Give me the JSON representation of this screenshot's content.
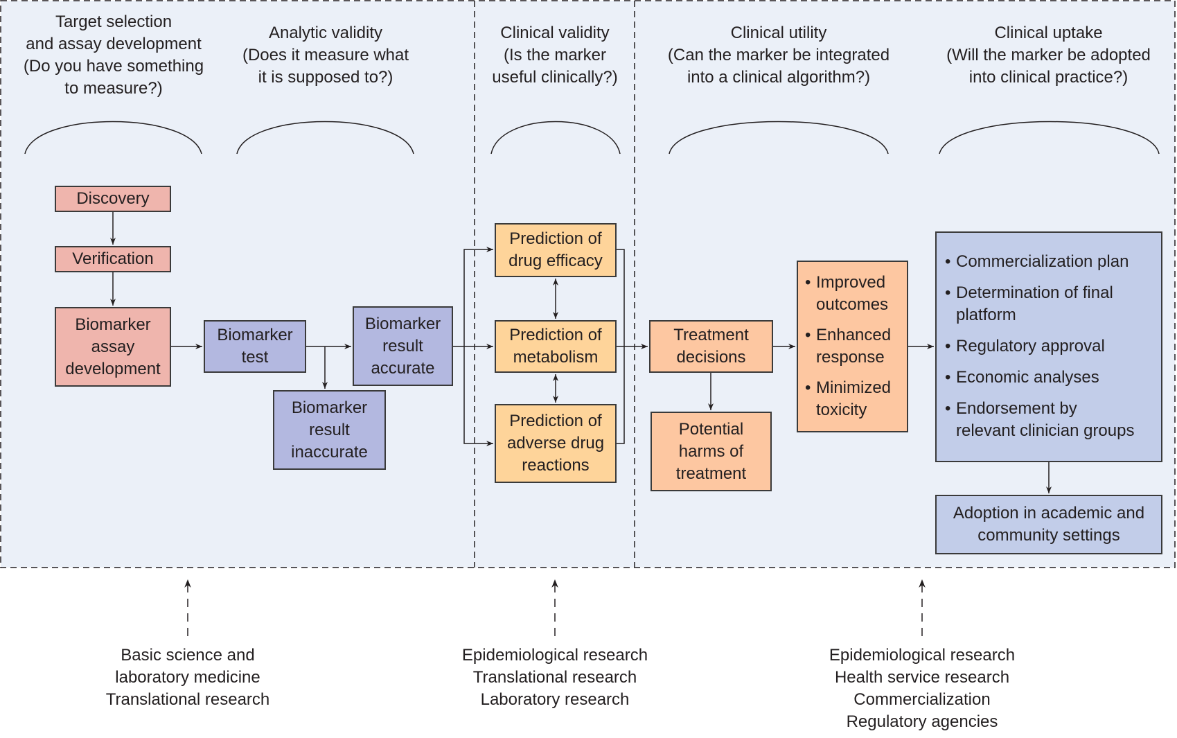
{
  "colors": {
    "background": "#ebf0f8",
    "discovery_stage": "#efb5ad",
    "analytic_stage": "#b3b8e0",
    "clinical_validity_stage": "#fed49a",
    "clinical_utility_stage": "#fdc7a1",
    "clinical_uptake_stage": "#c2cde9",
    "lines": "#231f20"
  },
  "headers": [
    {
      "title": "Target selection",
      "text": "Target selection\nand assay development\n(Do you have something\nto measure?)"
    },
    {
      "title": "Analytic validity",
      "text": "Analytic validity\n(Does it measure what\nit is supposed to?)"
    },
    {
      "title": "Clinical validity",
      "text": "Clinical validity\n(Is the marker\nuseful clinically?)"
    },
    {
      "title": "Clinical utility",
      "text": "Clinical utility\n(Can the marker be integrated\ninto a clinical algorithm?)"
    },
    {
      "title": "Clinical uptake",
      "text": "Clinical uptake\n(Will the marker be adopted\ninto clinical practice?)"
    }
  ],
  "nodes": {
    "discovery": "Discovery",
    "verification": "Verification",
    "assay_development": "Biomarker\nassay\ndevelopment",
    "biomarker_test": "Biomarker\ntest",
    "result_accurate": "Biomarker\nresult\naccurate",
    "result_inaccurate": "Biomarker\nresult\ninaccurate",
    "drug_efficacy": "Prediction of\ndrug efficacy",
    "metabolism": "Prediction of\nmetabolism",
    "adverse_reactions": "Prediction of\nadverse drug\nreactions",
    "treatment_decisions": "Treatment\ndecisions",
    "potential_harms": "Potential\nharms of\ntreatment",
    "adoption": "Adoption in academic and\ncommunity settings"
  },
  "outcomes": {
    "bullet": "•",
    "items": [
      "Improved\noutcomes",
      "Enhanced\nresponse",
      "Minimized\ntoxicity"
    ]
  },
  "uptake": {
    "bullet": "•",
    "items": [
      "Commercialization plan",
      "Determination of final\nplatform",
      "Regulatory approval",
      "Economic analyses",
      "Endorsement by\nrelevant clinician groups"
    ]
  },
  "footers": [
    {
      "text": "Basic science and\nlaboratory medicine\nTranslational research"
    },
    {
      "text": "Epidemiological research\nTranslational research\nLaboratory research"
    },
    {
      "text": "Epidemiological research\nHealth service research\nCommercialization\nRegulatory agencies"
    }
  ]
}
